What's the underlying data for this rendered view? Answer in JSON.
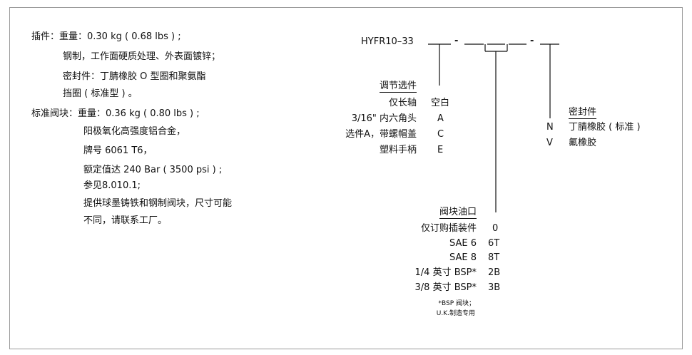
{
  "left": {
    "l1": "插件：重量：0.30 kg ( 0.68 lbs ) ;",
    "l2": "钢制，工作面硬质处理、外表面镀锌；",
    "l3": "密封件：丁腈橡胶 O 型圈和聚氨酯",
    "l4": "挡圈 ( 标准型 ) 。",
    "l5": "标准阀块：重量：0.36 kg ( 0.80 lbs ) ;",
    "l6": "阳极氧化高强度铝合金，",
    "l7": "牌号 6061 T6，",
    "l8": "额定值达 240 Bar ( 3500 psi ) ;",
    "l9": "参见8.010.1;",
    "l10": "提供球墨铸铁和钢制阀块，尺寸可能",
    "l11": "不同，请联系工厂。"
  },
  "model": {
    "code": "HYFR10–33",
    "dash1": "-",
    "dash2": "-"
  },
  "adjust": {
    "title": "调节选件",
    "rows": [
      {
        "label": "仅长轴",
        "code": "空白"
      },
      {
        "label": "3/16\" 内六角头",
        "code": "A"
      },
      {
        "label": "选件A，带螺帽盖",
        "code": "C"
      },
      {
        "label": "塑料手柄",
        "code": "E"
      }
    ]
  },
  "seal": {
    "title": "密封件",
    "rows": [
      {
        "code": "N",
        "label": "丁腈橡胶 ( 标准 )"
      },
      {
        "code": "V",
        "label": "氟橡胶"
      }
    ]
  },
  "port": {
    "title": "阀块油口",
    "rows": [
      {
        "label": "仅订购插装件",
        "code": "0"
      },
      {
        "label": "SAE 6",
        "code": "6T"
      },
      {
        "label": "SAE 8",
        "code": "8T"
      },
      {
        "label": "1/4 英寸 BSP*",
        "code": "2B"
      },
      {
        "label": "3/8 英寸 BSP*",
        "code": "3B"
      }
    ],
    "note1": "*BSP 阀块；",
    "note2": "U.K.制造专用"
  }
}
